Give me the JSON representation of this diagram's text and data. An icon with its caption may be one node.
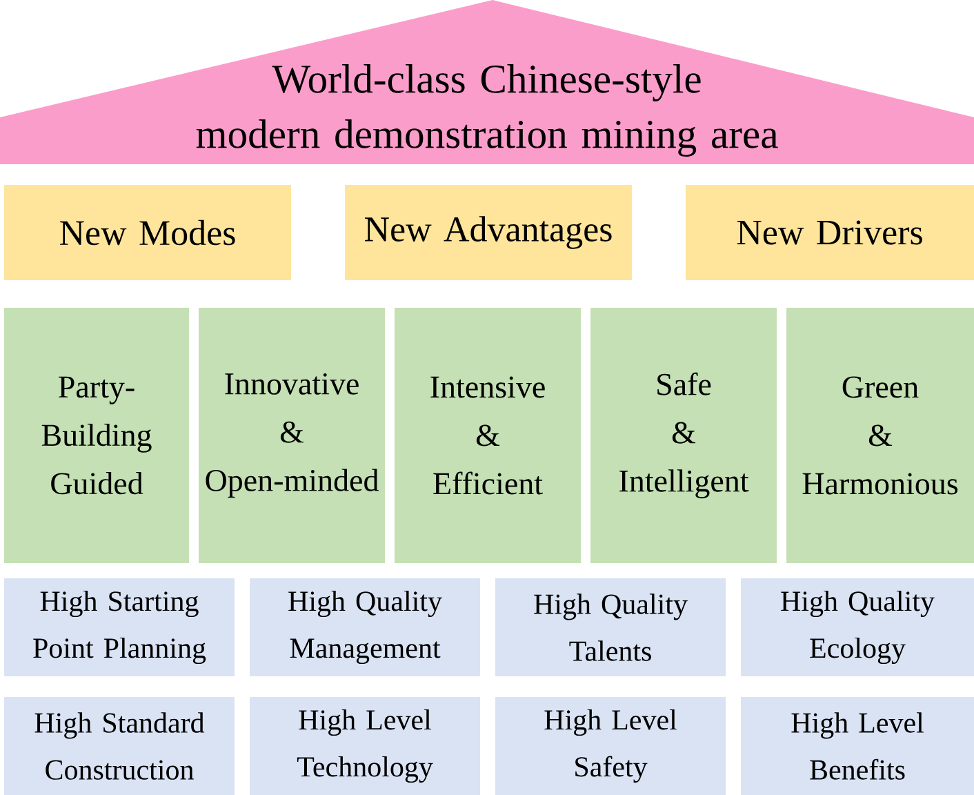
{
  "diagram": {
    "nodes": [
      {
        "text": [
          "World-class Chinese-style modern demonstration mining area"
        ]
      },
      {
        "text": [
          "New Modes"
        ]
      },
      {
        "text": [
          "New Advantages"
        ]
      },
      {
        "text": [
          "New Drivers"
        ]
      },
      {
        "text": [
          "Party-Building Guided"
        ]
      },
      {
        "text": [
          "Innovative & Open-minded"
        ]
      },
      {
        "text": [
          "Intensive & Efficient"
        ]
      },
      {
        "text": [
          "Safe & Intelligent"
        ]
      },
      {
        "text": [
          "Green & Harmonious"
        ]
      },
      {
        "text": [
          "High Starting Point Planning"
        ]
      },
      {
        "text": [
          "High Quality Management"
        ]
      },
      {
        "text": [
          "High Quality Talents"
        ]
      },
      {
        "text": [
          "High Quality Ecology"
        ]
      },
      {
        "text": [
          "High Standard Construction"
        ]
      },
      {
        "text": [
          "High Level Technology"
        ]
      },
      {
        "text": [
          "High Level Safety"
        ]
      },
      {
        "text": [
          "High Level Benefits"
        ]
      }
    ]
  }
}
